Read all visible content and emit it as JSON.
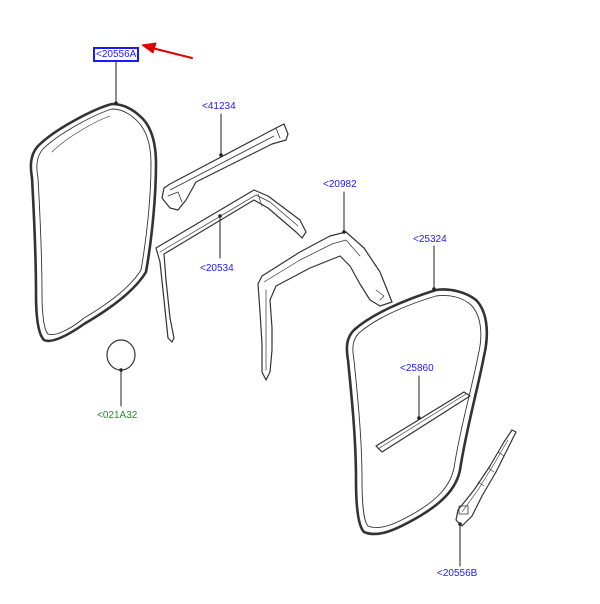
{
  "callouts": {
    "a20556A": {
      "text": "<20556A",
      "color": "#1a1aff"
    },
    "a41234": {
      "text": "<41234",
      "color": "#1a1aff"
    },
    "a20982": {
      "text": "<20982",
      "color": "#1a1aff"
    },
    "a25324": {
      "text": "<25324",
      "color": "#1a1aff"
    },
    "a20534": {
      "text": "<20534",
      "color": "#1a1aff"
    },
    "a25860": {
      "text": "<25860",
      "color": "#1a1aff"
    },
    "a021A32": {
      "text": "<021A32",
      "color": "#2e8b2e"
    },
    "a20556B": {
      "text": "<20556B",
      "color": "#1a1aff"
    }
  },
  "colors": {
    "link": "#1a1aff",
    "reference": "#2e8b2e",
    "highlight_arrow": "#e00000",
    "line": "#333333"
  }
}
